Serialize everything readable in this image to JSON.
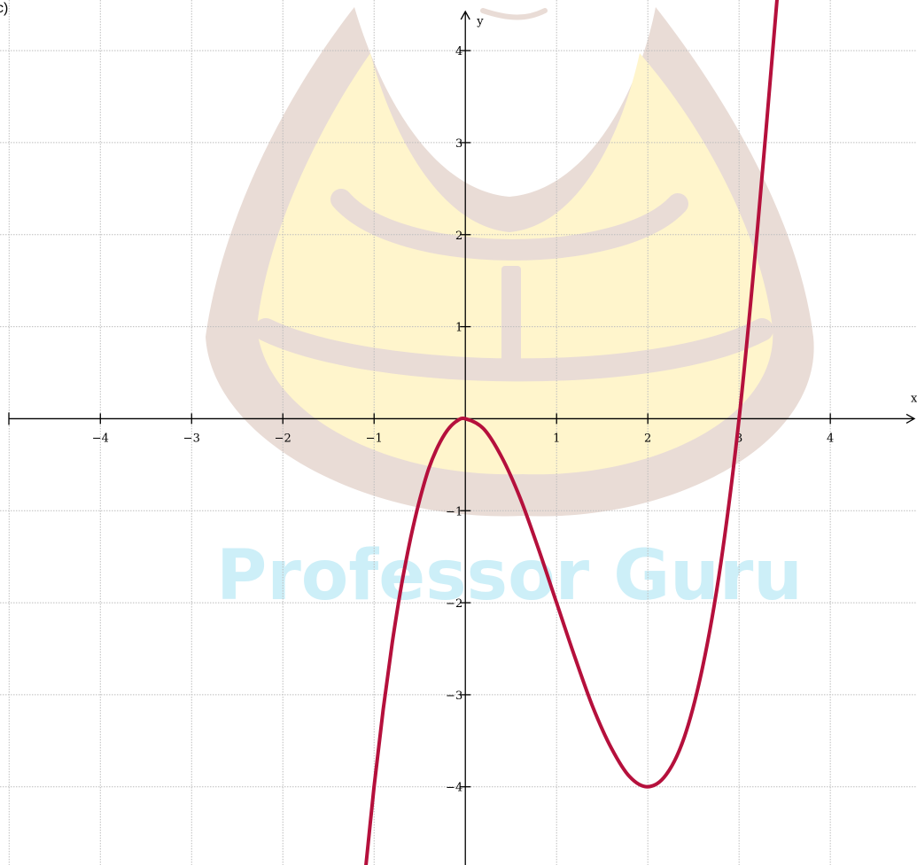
{
  "figure_label": "c)",
  "watermark": {
    "text": "Professor Guru",
    "color": "#cdeff8"
  },
  "colors": {
    "curve": "#b5103c",
    "grid": "#bdbdbd",
    "axis": "#000000",
    "emblem_brown": "#e9dcd6",
    "emblem_yellow": "#fff5cc"
  },
  "chart_data": {
    "type": "line",
    "title": "",
    "xlabel": "x",
    "ylabel": "y",
    "xlim": [
      -5.1,
      4.95
    ],
    "ylim": [
      -4.85,
      4.55
    ],
    "grid": true,
    "xticks": [
      -4,
      -3,
      -2,
      -1,
      1,
      2,
      3,
      4
    ],
    "xtick_labels": [
      "−4",
      "−3",
      "−2",
      "−1",
      "1",
      "2",
      "3",
      "4"
    ],
    "yticks": [
      -4,
      -3,
      -2,
      -1,
      1,
      2,
      3,
      4
    ],
    "ytick_labels": [
      "−4",
      "−3",
      "−2",
      "−1",
      "1",
      "2",
      "3",
      "4"
    ],
    "series": [
      {
        "x": [
          -1.1,
          -1.0,
          -0.9,
          -0.8,
          -0.7,
          -0.6,
          -0.5,
          -0.4,
          -0.3,
          -0.2,
          -0.1,
          0.0,
          0.2,
          0.4,
          0.6,
          0.8,
          1.0,
          1.2,
          1.4,
          1.6,
          1.8,
          2.0,
          2.2,
          2.4,
          2.6,
          2.8,
          3.0,
          3.2,
          3.42
        ],
        "y": [
          -4.96,
          -4.0,
          -3.16,
          -2.43,
          -1.81,
          -1.3,
          -0.88,
          -0.54,
          -0.3,
          -0.13,
          -0.03,
          0.0,
          -0.11,
          -0.42,
          -0.86,
          -1.41,
          -2.0,
          -2.59,
          -3.14,
          -3.58,
          -3.89,
          -4.0,
          -3.87,
          -3.46,
          -2.7,
          -1.57,
          0.0,
          2.05,
          4.6
        ]
      }
    ]
  }
}
